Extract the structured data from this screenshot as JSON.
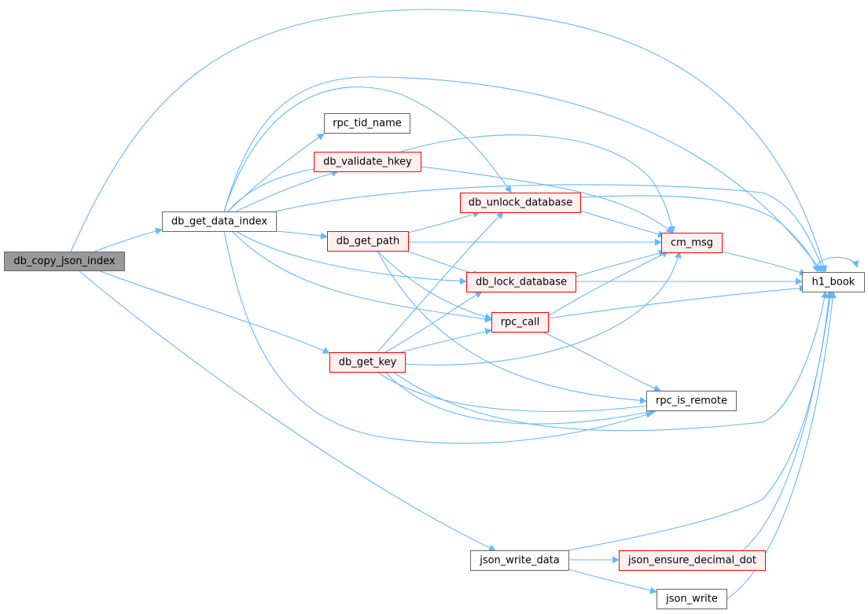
{
  "colors": {
    "edge": "#63b8ff",
    "focus_fill": "#999999",
    "focus_border": "#666666",
    "normal_fill": "#ffffff",
    "normal_border": "#666666",
    "truncated_fill": "#fff0f0",
    "truncated_border": "#ff0000"
  },
  "nodes": [
    {
      "id": "db_copy_json_index",
      "label": "db_copy_json_index",
      "style": "focus"
    },
    {
      "id": "db_get_data_index",
      "label": "db_get_data_index",
      "style": "normal"
    },
    {
      "id": "rpc_tid_name",
      "label": "rpc_tid_name",
      "style": "normal"
    },
    {
      "id": "db_validate_hkey",
      "label": "db_validate_hkey",
      "style": "truncated"
    },
    {
      "id": "db_unlock_database",
      "label": "db_unlock_database",
      "style": "truncated"
    },
    {
      "id": "db_get_path",
      "label": "db_get_path",
      "style": "truncated"
    },
    {
      "id": "cm_msg",
      "label": "cm_msg",
      "style": "truncated"
    },
    {
      "id": "db_lock_database",
      "label": "db_lock_database",
      "style": "truncated"
    },
    {
      "id": "h1_book",
      "label": "h1_book",
      "style": "normal"
    },
    {
      "id": "rpc_call",
      "label": "rpc_call",
      "style": "truncated"
    },
    {
      "id": "db_get_key",
      "label": "db_get_key",
      "style": "truncated"
    },
    {
      "id": "rpc_is_remote",
      "label": "rpc_is_remote",
      "style": "normal"
    },
    {
      "id": "json_write_data",
      "label": "json_write_data",
      "style": "normal"
    },
    {
      "id": "json_ensure_decimal_dot",
      "label": "json_ensure_decimal_dot",
      "style": "truncated"
    },
    {
      "id": "json_write",
      "label": "json_write",
      "style": "normal"
    }
  ],
  "edges": [
    {
      "from": "db_copy_json_index",
      "to": "db_get_data_index"
    },
    {
      "from": "db_copy_json_index",
      "to": "h1_book"
    },
    {
      "from": "db_copy_json_index",
      "to": "db_get_key"
    },
    {
      "from": "db_copy_json_index",
      "to": "json_write_data"
    },
    {
      "from": "db_get_data_index",
      "to": "rpc_tid_name"
    },
    {
      "from": "db_get_data_index",
      "to": "db_validate_hkey"
    },
    {
      "from": "db_get_data_index",
      "to": "db_unlock_database"
    },
    {
      "from": "db_get_data_index",
      "to": "h1_book"
    },
    {
      "from": "db_get_data_index",
      "to": "h1_book"
    },
    {
      "from": "db_get_data_index",
      "to": "cm_msg"
    },
    {
      "from": "db_get_data_index",
      "to": "db_get_path"
    },
    {
      "from": "db_get_data_index",
      "to": "db_lock_database"
    },
    {
      "from": "db_get_data_index",
      "to": "rpc_call"
    },
    {
      "from": "db_get_data_index",
      "to": "rpc_is_remote"
    },
    {
      "from": "db_validate_hkey",
      "to": "cm_msg"
    },
    {
      "from": "db_unlock_database",
      "to": "cm_msg"
    },
    {
      "from": "db_unlock_database",
      "to": "h1_book"
    },
    {
      "from": "db_get_path",
      "to": "db_unlock_database"
    },
    {
      "from": "db_get_path",
      "to": "cm_msg"
    },
    {
      "from": "db_get_path",
      "to": "db_lock_database"
    },
    {
      "from": "db_get_path",
      "to": "rpc_call"
    },
    {
      "from": "db_get_path",
      "to": "rpc_is_remote"
    },
    {
      "from": "cm_msg",
      "to": "h1_book"
    },
    {
      "from": "db_lock_database",
      "to": "cm_msg"
    },
    {
      "from": "db_lock_database",
      "to": "h1_book"
    },
    {
      "from": "rpc_call",
      "to": "cm_msg"
    },
    {
      "from": "rpc_call",
      "to": "h1_book"
    },
    {
      "from": "rpc_call",
      "to": "rpc_is_remote"
    },
    {
      "from": "db_get_key",
      "to": "db_unlock_database"
    },
    {
      "from": "db_get_key",
      "to": "db_lock_database"
    },
    {
      "from": "db_get_key",
      "to": "rpc_call"
    },
    {
      "from": "db_get_key",
      "to": "cm_msg"
    },
    {
      "from": "db_get_key",
      "to": "rpc_is_remote"
    },
    {
      "from": "db_get_key",
      "to": "rpc_is_remote"
    },
    {
      "from": "db_get_key",
      "to": "h1_book"
    },
    {
      "from": "h1_book",
      "to": "h1_book"
    },
    {
      "from": "json_write_data",
      "to": "json_ensure_decimal_dot"
    },
    {
      "from": "json_write_data",
      "to": "json_write"
    },
    {
      "from": "json_write_data",
      "to": "h1_book"
    },
    {
      "from": "json_ensure_decimal_dot",
      "to": "h1_book"
    },
    {
      "from": "json_write",
      "to": "h1_book"
    }
  ]
}
